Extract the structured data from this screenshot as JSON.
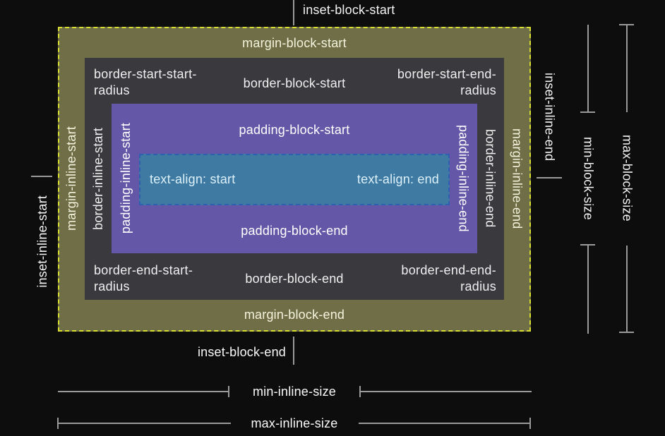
{
  "colors": {
    "bg": "#0d0d0d",
    "margin": "#6f6e47",
    "margin_dash": "#d6de30",
    "border": "#3a393d",
    "padding": "#6557a7",
    "content": "#3f7aa2",
    "content_dash": "#2e5fb0",
    "line": "#9a9a9a",
    "text": "#f4f4f4",
    "text_olive": "#f4f3dd",
    "text_teal": "#ddf1fb"
  },
  "outer": {
    "inset_block_start": "inset-block-start",
    "inset_inline_start": "inset-inline-start",
    "inset_inline_end": "inset-inline-end",
    "inset_block_end": "inset-block-end",
    "min_inline_size": "min-inline-size",
    "max_inline_size": "max-inline-size",
    "min_block_size": "min-block-size",
    "max_block_size": "max-block-size"
  },
  "margin": {
    "block_start": "margin-block-start",
    "inline_start": "margin-inline-start",
    "inline_end": "margin-inline-end",
    "block_end": "margin-block-end"
  },
  "border": {
    "start_start_radius": "border-start-start-radius",
    "block_start": "border-block-start",
    "start_end_radius": "border-start-end-radius",
    "inline_start": "border-inline-start",
    "inline_end": "border-inline-end",
    "end_start_radius": "border-end-start-radius",
    "block_end": "border-block-end",
    "end_end_radius": "border-end-end-radius"
  },
  "padding": {
    "block_start": "padding-block-start",
    "inline_start": "padding-inline-start",
    "inline_end": "padding-inline-end",
    "block_end": "padding-block-end"
  },
  "content": {
    "text_align_start": "text-align: start",
    "text_align_end": "text-align: end"
  }
}
